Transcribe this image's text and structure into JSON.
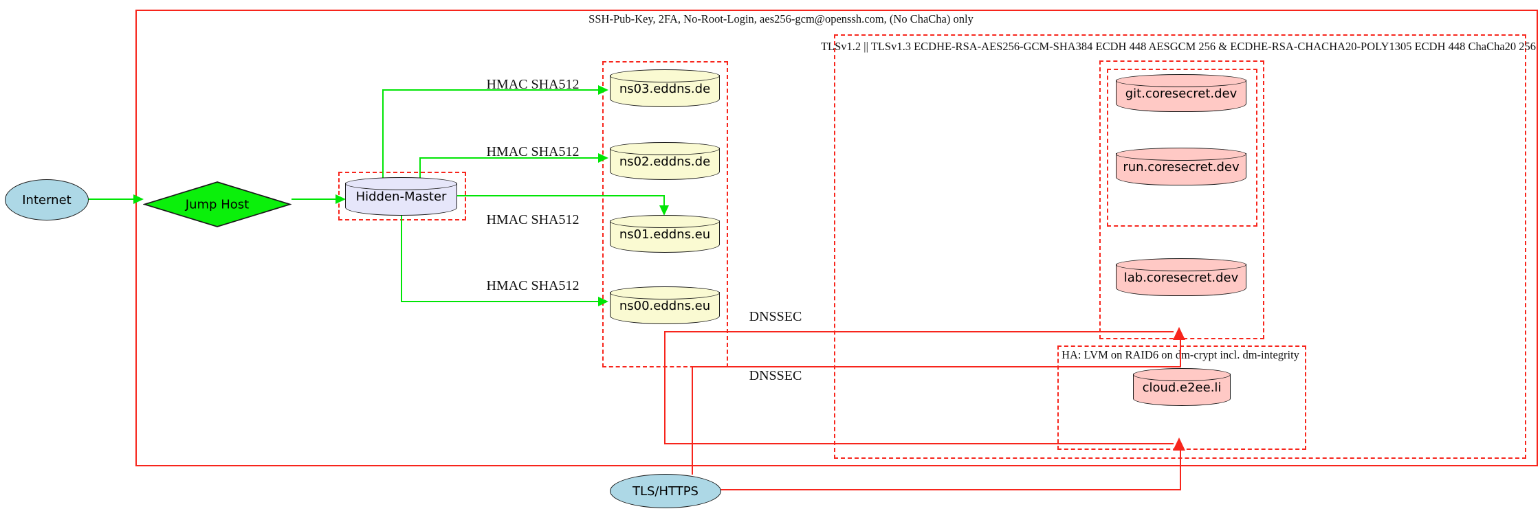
{
  "clusters": {
    "ssh": {
      "label": "SSH-Pub-Key, 2FA, No-Root-Login, aes256-gcm@openssh.com, (No ChaCha) only"
    },
    "tls": {
      "label": "TLSv1.2 || TLSv1.3 ECDHE-RSA-AES256-GCM-SHA384 ECDH 448 AESGCM 256 & ECDHE-RSA-CHACHA20-POLY1305 ECDH 448 ChaCha20 256"
    },
    "ha": {
      "label": "HA: LVM on RAID6 on dm-crypt incl. dm-integrity"
    }
  },
  "nodes": {
    "internet": "Internet",
    "jump_host": "Jump Host",
    "hidden_master": "Hidden-Master",
    "ns03": "ns03.eddns.de",
    "ns02": "ns02.eddns.de",
    "ns01": "ns01.eddns.eu",
    "ns00": "ns00.eddns.eu",
    "git": "git.coresecret.dev",
    "run": "run.coresecret.dev",
    "lab": "lab.coresecret.dev",
    "cloud": "cloud.e2ee.li",
    "tls_https": "TLS/HTTPS"
  },
  "edge_labels": {
    "hmac_sha512": "HMAC SHA512",
    "dnssec": "DNSSEC"
  },
  "colors": {
    "edge_green": "#00e505",
    "edge_red": "#f7251c",
    "node_blue": "#add8e6",
    "node_green": "#0bf00b",
    "node_lavender": "#e6e6fa",
    "node_yellow": "#fafad2",
    "node_pink": "#ffc9c5"
  }
}
